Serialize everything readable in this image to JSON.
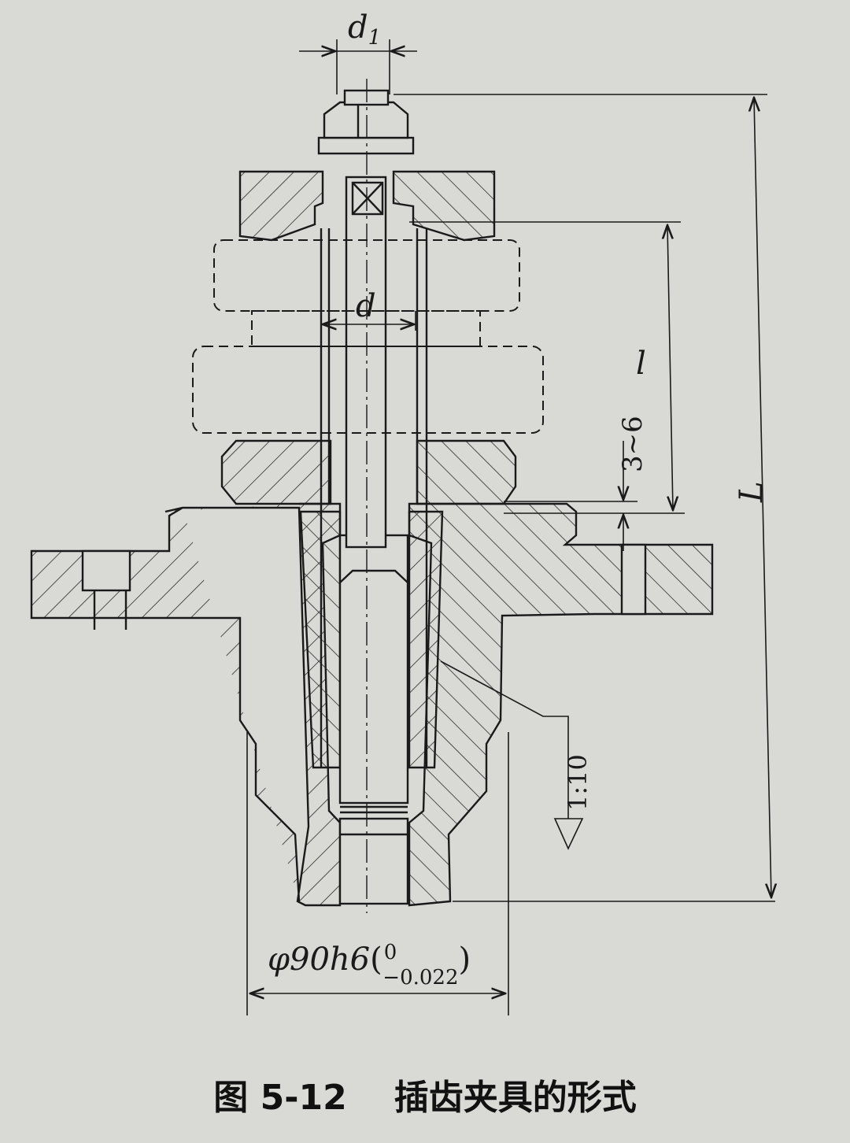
{
  "figure": {
    "caption_number": "图 5-12",
    "caption_title": "插齿夹具的形式"
  },
  "dimensions": {
    "top_bolt_diameter": "d",
    "top_bolt_diameter_sub": "1",
    "shaft_diameter": "d",
    "gear_stack_length": "l",
    "total_length": "L",
    "gap_range": "3~6",
    "taper_ratio": "1:10",
    "base_diameter": "φ90h6",
    "tol_upper": "0",
    "tol_lower": "−0.022"
  },
  "colors": {
    "line": "#1a1a1a",
    "hatch": "#2a2a2a",
    "paper": "#d9d9d6"
  }
}
